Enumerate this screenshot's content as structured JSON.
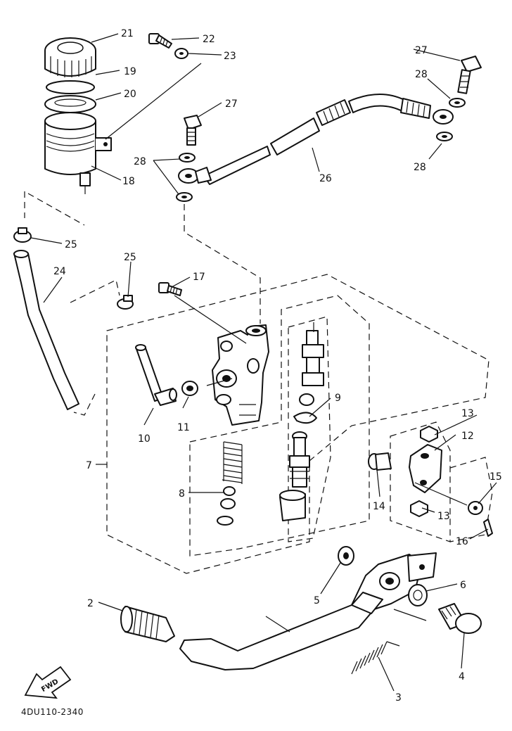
{
  "labels": {
    "p2": "2",
    "p3": "3",
    "p4": "4",
    "p5": "5",
    "p6": "6",
    "p7": "7",
    "p8": "8",
    "p9": "9",
    "p10": "10",
    "p11": "11",
    "p12": "12",
    "p13a": "13",
    "p13b": "13",
    "p14": "14",
    "p15": "15",
    "p16": "16",
    "p17": "17",
    "p18": "18",
    "p19": "19",
    "p20": "20",
    "p21": "21",
    "p22": "22",
    "p23": "23",
    "p24": "24",
    "p25a": "25",
    "p25b": "25",
    "p26": "26",
    "p27a": "27",
    "p27b": "27",
    "p28a": "28",
    "p28b": "28",
    "p28c": "28"
  },
  "fwd_arrow": "FWD",
  "figure_code": "4DU110-2340"
}
